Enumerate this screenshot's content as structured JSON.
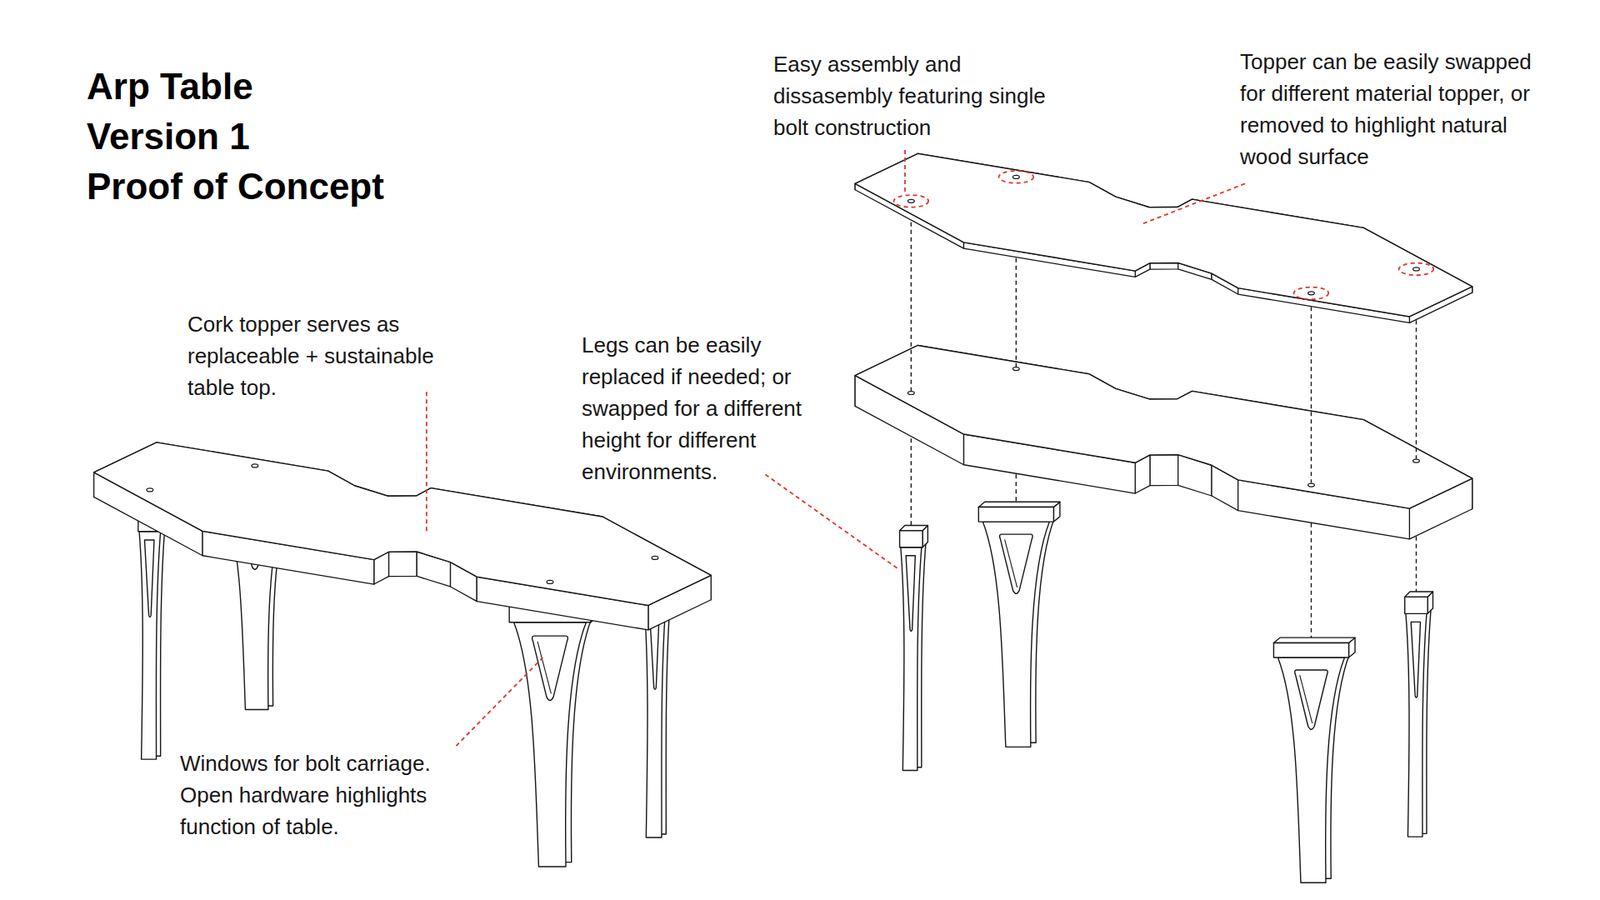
{
  "diagram": {
    "title": "Arp Table Version 1 Proof of Concept",
    "labels": [
      "Easy assembly and dissasembly featuring single bolt construction",
      "Topper can be easily swapped for different material topper, or removed to highlight natural wood surface",
      "Cork topper serves as replaceable + sustainable table top.",
      "Legs can be easily replaced if needed; or swapped for a different height for different environments.",
      "Windows for bolt carriage. Open hardware highlights function of table."
    ]
  }
}
